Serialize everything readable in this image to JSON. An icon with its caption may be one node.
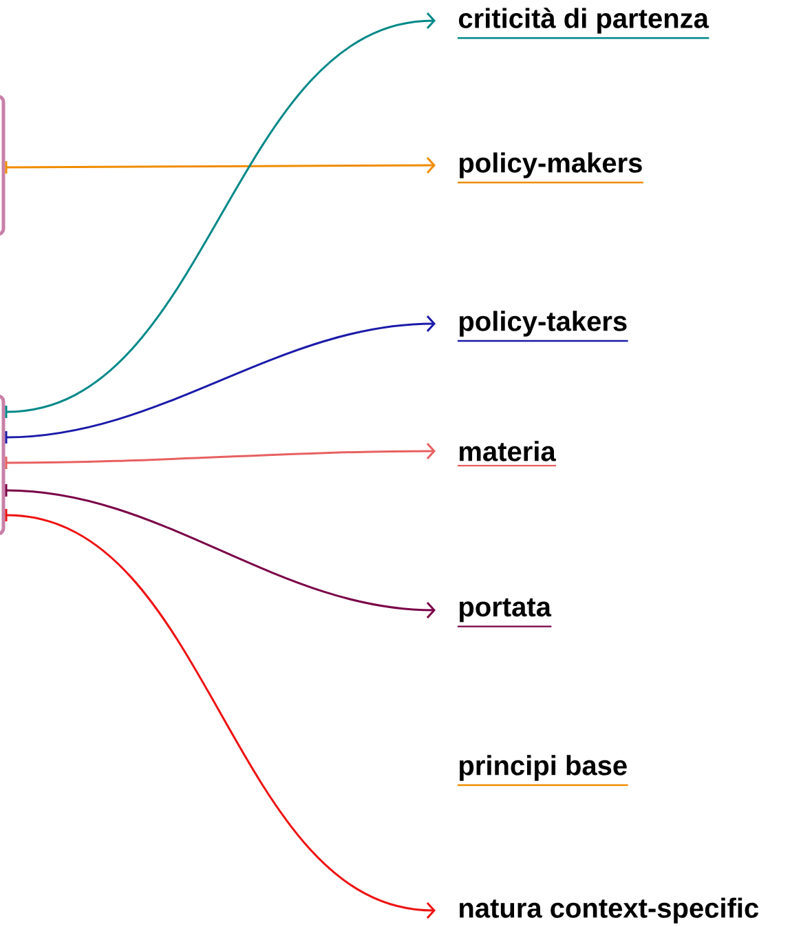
{
  "diagram": {
    "nodes": [
      {
        "text": [],
        "shape": "box"
      },
      {
        "text": [],
        "shape": "box"
      },
      {
        "text": [
          "criticità di partenza"
        ]
      },
      {
        "text": [
          "policy-makers"
        ]
      },
      {
        "text": [
          "policy-takers"
        ]
      },
      {
        "text": [
          "materia"
        ]
      },
      {
        "text": [
          "portata"
        ]
      },
      {
        "text": [
          "principi base"
        ]
      },
      {
        "text": [
          "natura context-specific"
        ]
      }
    ],
    "edges": [
      {
        "from": 0,
        "to": 3,
        "arrow": "to",
        "color": "#f08c00"
      },
      {
        "from": 1,
        "to": 2,
        "arrow": "to",
        "color": "#008888"
      },
      {
        "from": 1,
        "to": 4,
        "arrow": "to",
        "color": "#1a1aaa"
      },
      {
        "from": 1,
        "to": 5,
        "arrow": "to",
        "color": "#e86060"
      },
      {
        "from": 1,
        "to": 6,
        "arrow": "to",
        "color": "#7a0046"
      },
      {
        "from": 1,
        "to": 8,
        "arrow": "to",
        "color": "#ee1111"
      }
    ]
  }
}
